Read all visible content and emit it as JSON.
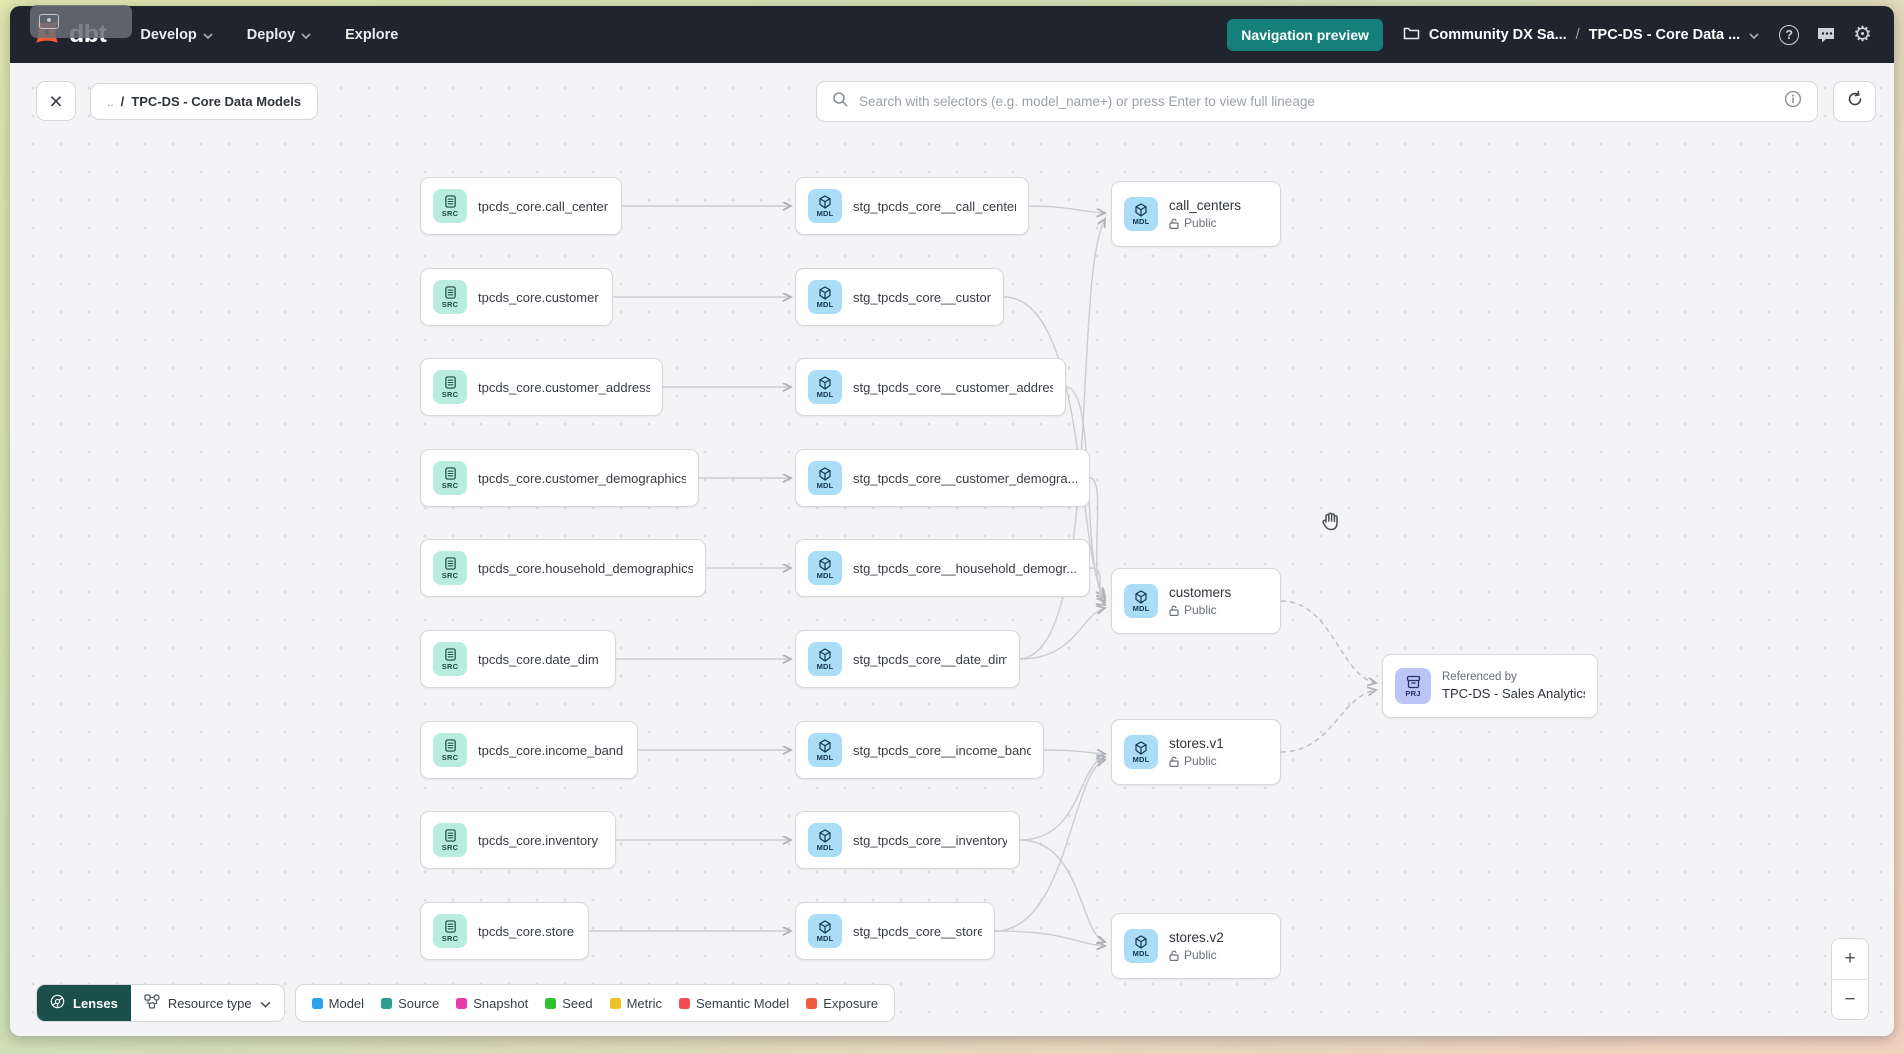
{
  "navbar": {
    "brand": "dbt",
    "menus": [
      {
        "label": "Develop"
      },
      {
        "label": "Deploy"
      },
      {
        "label": "Explore"
      }
    ],
    "preview_badge": "Navigation preview",
    "project_crumb": "Community DX Sa...",
    "crumb_separator": "/",
    "page_crumb": "TPC-DS - Core Data ..."
  },
  "icons": {
    "close": "×",
    "help": "?",
    "settings": "⚙",
    "zoom_in": "+",
    "zoom_out": "−"
  },
  "toolbar": {
    "up": "..",
    "separator": "/",
    "breadcrumb": "TPC-DS - Core Data Models",
    "search_placeholder": "Search with selectors (e.g. model_name+) or press Enter to view full lineage"
  },
  "graph": {
    "badges": {
      "source": "SRC",
      "model": "MDL",
      "project": "PRJ"
    },
    "access_label": "Public",
    "sources": [
      {
        "label": "tpcds_core.call_center"
      },
      {
        "label": "tpcds_core.customer"
      },
      {
        "label": "tpcds_core.customer_address"
      },
      {
        "label": "tpcds_core.customer_demographics"
      },
      {
        "label": "tpcds_core.household_demographics"
      },
      {
        "label": "tpcds_core.date_dim"
      },
      {
        "label": "tpcds_core.income_band"
      },
      {
        "label": "tpcds_core.inventory"
      },
      {
        "label": "tpcds_core.store"
      }
    ],
    "staging": [
      {
        "label": "stg_tpcds_core__call_center"
      },
      {
        "label": "stg_tpcds_core__customer"
      },
      {
        "label": "stg_tpcds_core__customer_address"
      },
      {
        "label": "stg_tpcds_core__customer_demogra..."
      },
      {
        "label": "stg_tpcds_core__household_demogr..."
      },
      {
        "label": "stg_tpcds_core__date_dim"
      },
      {
        "label": "stg_tpcds_core__income_band"
      },
      {
        "label": "stg_tpcds_core__inventory"
      },
      {
        "label": "stg_tpcds_core__store"
      }
    ],
    "marts": [
      {
        "label": "call_centers"
      },
      {
        "label": "customers"
      },
      {
        "label": "stores.v1"
      },
      {
        "label": "stores.v2"
      }
    ],
    "project_node": {
      "kicker": "Referenced by",
      "label": "TPC-DS - Sales Analytics"
    }
  },
  "legend": {
    "items": [
      {
        "label": "Model",
        "color": "#29a3eb"
      },
      {
        "label": "Source",
        "color": "#2f9e92"
      },
      {
        "label": "Snapshot",
        "color": "#e93cab"
      },
      {
        "label": "Seed",
        "color": "#2fc32f"
      },
      {
        "label": "Metric",
        "color": "#edc327"
      },
      {
        "label": "Semantic Model",
        "color": "#ef4e53"
      },
      {
        "label": "Exposure",
        "color": "#f05c3d"
      }
    ]
  },
  "controls": {
    "lenses": "Lenses",
    "resource_type": "Resource type"
  }
}
